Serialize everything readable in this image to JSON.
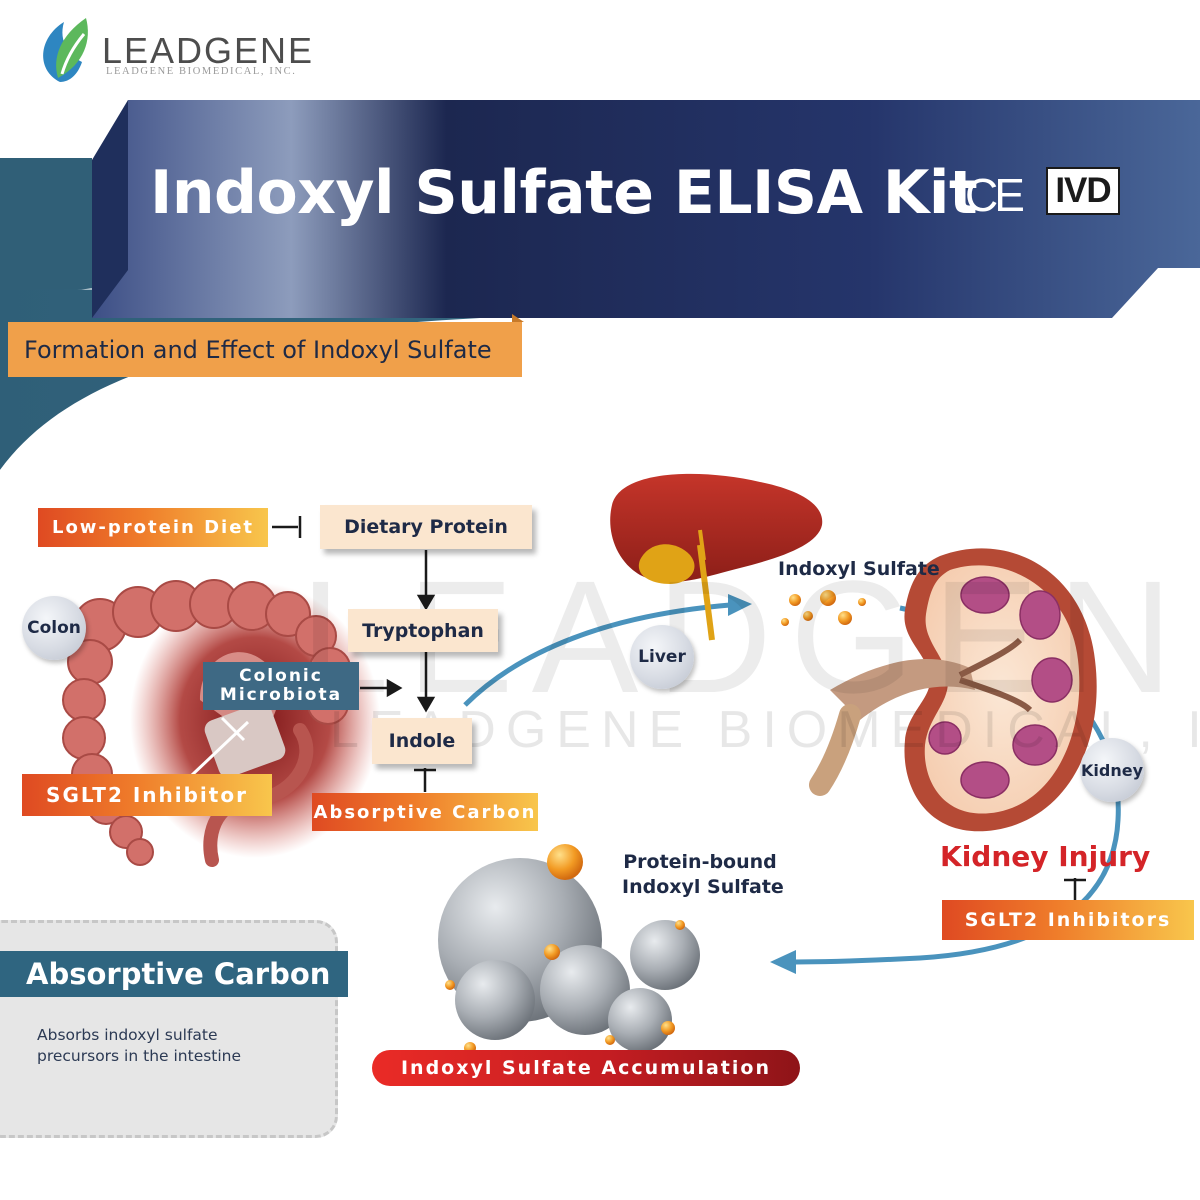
{
  "brand": {
    "name": "LEADGENE",
    "tagline": "LEADGENE BIOMEDICAL, INC.",
    "leaf_color": "#5cb85c",
    "drop_color": "#2e86c1"
  },
  "header": {
    "title": "Indoxyl Sulfate ELISA Kit",
    "ce_mark": "CE",
    "ivd_mark": "IVD",
    "banner_color": "#26356a"
  },
  "subtitle": "Formation and Effect of Indoxyl Sulfate",
  "watermark": {
    "big": "LEADGENE",
    "small": "LEADGENE BIOMEDICAL, INC."
  },
  "flow": {
    "dietary_protein": "Dietary Protein",
    "tryptophan": "Tryptophan",
    "indole": "Indole",
    "colonic_microbiota_line1": "Colonic",
    "colonic_microbiota_line2": "Microbiota"
  },
  "tags": {
    "low_protein_diet": "Low-protein Diet",
    "sglt2_inhibitor": "SGLT2 Inhibitor",
    "absorptive_carbon": "Absorptive Carbon",
    "sglt2_inhibitors": "SGLT2 Inhibitors",
    "accumulation": "Indoxyl Sulfate Accumulation"
  },
  "organs": {
    "colon": "Colon",
    "liver": "Liver",
    "kidney": "Kidney"
  },
  "labels": {
    "indoxyl_sulfate": "Indoxyl Sulfate",
    "protein_bound_line1": "Protein-bound",
    "protein_bound_line2": "Indoxyl Sulfate",
    "kidney_injury": "Kidney Injury"
  },
  "panel": {
    "title": "Absorptive Carbon",
    "description": "Absorbs indoxyl sulfate precursors in the intestine"
  },
  "colors": {
    "navy": "#1e2a46",
    "orange": "#f0a04a",
    "teal": "#2f6580",
    "arrow_blue": "#4a93bd",
    "injury_red": "#d42428"
  }
}
